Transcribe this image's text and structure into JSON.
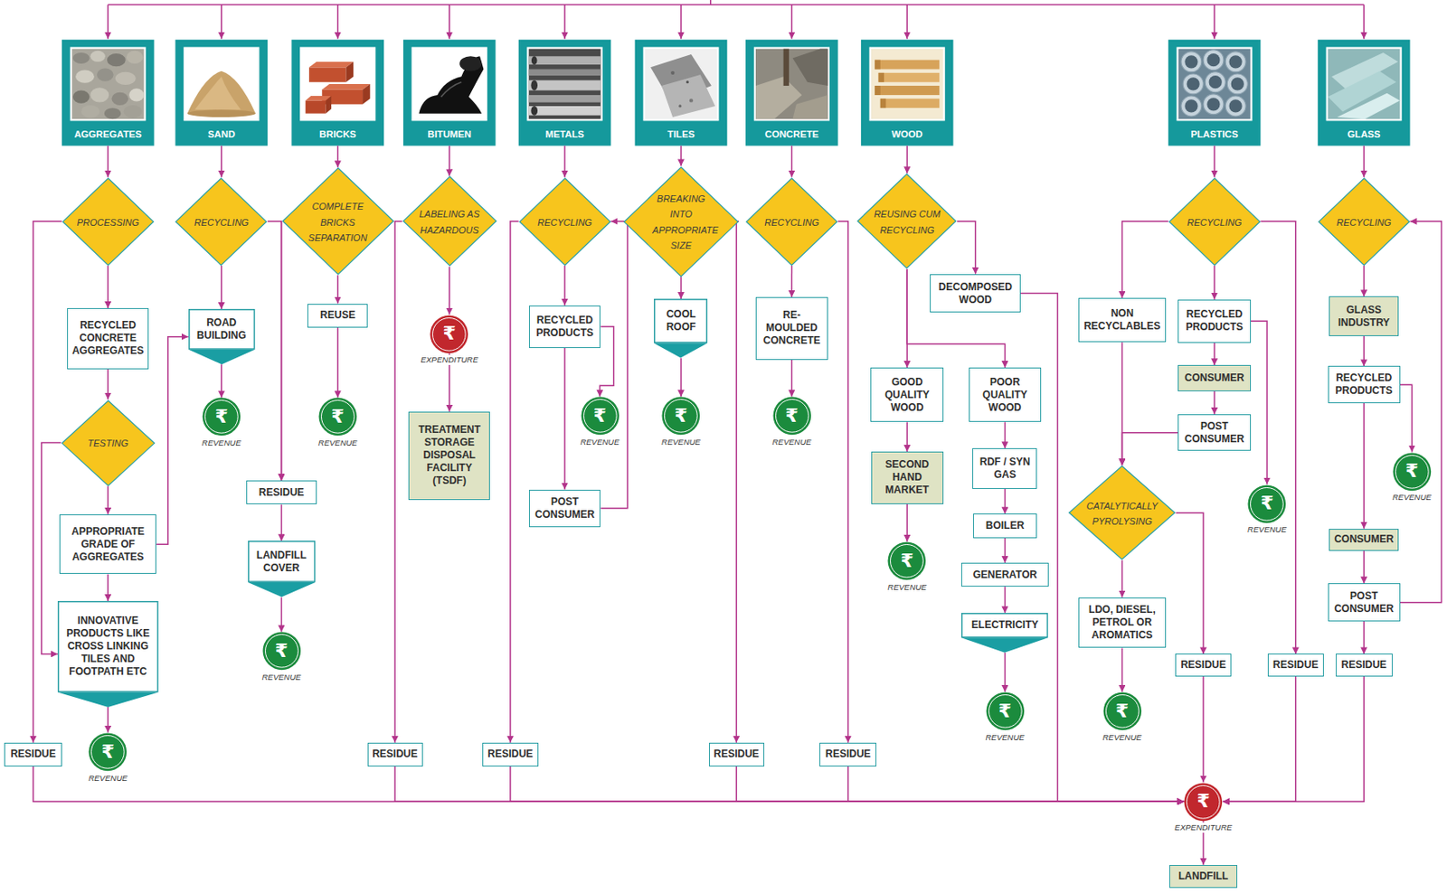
{
  "diagram": {
    "nodes": [
      {
        "text": [
          "AGGREGATES"
        ]
      },
      {
        "text": [
          "SAND"
        ]
      },
      {
        "text": [
          "BRICKS"
        ]
      },
      {
        "text": [
          "BITUMEN"
        ]
      },
      {
        "text": [
          "METALS"
        ]
      },
      {
        "text": [
          "TILES"
        ]
      },
      {
        "text": [
          "CONCRETE"
        ]
      },
      {
        "text": [
          "WOOD"
        ]
      },
      {
        "text": [
          "PLASTICS"
        ]
      },
      {
        "text": [
          "GLASS"
        ]
      },
      {
        "text": [
          "PROCESSING"
        ]
      },
      {
        "text": [
          "RECYCLING"
        ]
      },
      {
        "text": [
          "COMPLETE BRICKS SEPARATION"
        ]
      },
      {
        "text": [
          "LABELING AS HAZARDOUS"
        ]
      },
      {
        "text": [
          "RECYCLING"
        ]
      },
      {
        "text": [
          "BREAKING INTO APPROPRIATE SIZE"
        ]
      },
      {
        "text": [
          "RECYCLING"
        ]
      },
      {
        "text": [
          "REUSING CUM RECYCLING"
        ]
      },
      {
        "text": [
          "RECYCLING"
        ]
      },
      {
        "text": [
          "RECYCLING"
        ]
      },
      {
        "text": [
          "RECYCLED CONCRETE AGGREGATES"
        ]
      },
      {
        "text": [
          "TESTING"
        ]
      },
      {
        "text": [
          "APPROPRIATE GRADE OF AGGREGATES"
        ]
      },
      {
        "text": [
          "INNOVATIVE PRODUCTS LIKE CROSS LINKING TILES AND FOOTPATH ETC"
        ]
      },
      {
        "text": [
          "ROAD BUILDING"
        ]
      },
      {
        "text": [
          "REUSE"
        ]
      },
      {
        "text": [
          "RESIDUE"
        ]
      },
      {
        "text": [
          "LANDFILL COVER"
        ]
      },
      {
        "text": [
          "TREATMENT STORAGE DISPOSAL FACILITY (TSDF)"
        ]
      },
      {
        "text": [
          "RECYCLED PRODUCTS"
        ]
      },
      {
        "text": [
          "POST CONSUMER"
        ]
      },
      {
        "text": [
          "COOL ROOF"
        ]
      },
      {
        "text": [
          "RE-MOULDED CONCRETE"
        ]
      },
      {
        "text": [
          "DECOMPOSED WOOD"
        ]
      },
      {
        "text": [
          "GOOD QUALITY WOOD"
        ]
      },
      {
        "text": [
          "POOR QUALITY WOOD"
        ]
      },
      {
        "text": [
          "SECOND HAND MARKET"
        ]
      },
      {
        "text": [
          "RDF / SYN GAS"
        ]
      },
      {
        "text": [
          "BOILER"
        ]
      },
      {
        "text": [
          "GENERATOR"
        ]
      },
      {
        "text": [
          "ELECTRICITY"
        ]
      },
      {
        "text": [
          "NON RECYCLABLES"
        ]
      },
      {
        "text": [
          "RECYCLED PRODUCTS"
        ]
      },
      {
        "text": [
          "CONSUMER"
        ]
      },
      {
        "text": [
          "POST CONSUMER"
        ]
      },
      {
        "text": [
          "CATALYTICALLY PYROLYSING"
        ]
      },
      {
        "text": [
          "LDO, DIESEL, PETROL OR AROMATICS"
        ]
      },
      {
        "text": [
          "RESIDUE"
        ]
      },
      {
        "text": [
          "RESIDUE"
        ]
      },
      {
        "text": [
          "GLASS INDUSTRY"
        ]
      },
      {
        "text": [
          "RECYCLED PRODUCTS"
        ]
      },
      {
        "text": [
          "CONSUMER"
        ]
      },
      {
        "text": [
          "POST CONSUMER"
        ]
      },
      {
        "text": [
          "RESIDUE"
        ]
      },
      {
        "text": [
          "RESIDUE"
        ]
      },
      {
        "text": [
          "RESIDUE"
        ]
      },
      {
        "text": [
          "RESIDUE"
        ]
      },
      {
        "text": [
          "RESIDUE"
        ]
      },
      {
        "text": [
          "RESIDUE"
        ]
      },
      {
        "text": [
          "LANDFILL"
        ]
      },
      {
        "text": [
          "₹",
          "REVENUE"
        ]
      },
      {
        "text": [
          "₹",
          "REVENUE"
        ]
      },
      {
        "text": [
          "₹",
          "REVENUE"
        ]
      },
      {
        "text": [
          "₹",
          "REVENUE"
        ]
      },
      {
        "text": [
          "₹",
          "EXPENDITURE"
        ]
      },
      {
        "text": [
          "₹",
          "REVENUE"
        ]
      },
      {
        "text": [
          "₹",
          "REVENUE"
        ]
      },
      {
        "text": [
          "₹",
          "REVENUE"
        ]
      },
      {
        "text": [
          "₹",
          "REVENUE"
        ]
      },
      {
        "text": [
          "₹",
          "REVENUE"
        ]
      },
      {
        "text": [
          "₹",
          "REVENUE"
        ]
      },
      {
        "text": [
          "₹",
          "REVENUE"
        ]
      },
      {
        "text": [
          "₹",
          "REVENUE"
        ]
      },
      {
        "text": [
          "₹",
          "EXPENDITURE"
        ]
      }
    ],
    "edges": [
      {
        "from": 0,
        "to": 10,
        "arrow": "to"
      },
      {
        "from": 1,
        "to": 11,
        "arrow": "to"
      },
      {
        "from": 2,
        "to": 12,
        "arrow": "to"
      },
      {
        "from": 3,
        "to": 13,
        "arrow": "to"
      },
      {
        "from": 4,
        "to": 14,
        "arrow": "to"
      },
      {
        "from": 5,
        "to": 15,
        "arrow": "to"
      },
      {
        "from": 6,
        "to": 16,
        "arrow": "to"
      },
      {
        "from": 7,
        "to": 17,
        "arrow": "to"
      },
      {
        "from": 8,
        "to": 18,
        "arrow": "to"
      },
      {
        "from": 9,
        "to": 19,
        "arrow": "to"
      },
      {
        "from": 10,
        "to": 20,
        "arrow": "to"
      },
      {
        "from": 10,
        "to": 54,
        "arrow": "to"
      },
      {
        "from": 20,
        "to": 21,
        "arrow": "to"
      },
      {
        "from": 21,
        "to": 22,
        "arrow": "to"
      },
      {
        "from": 21,
        "to": 23,
        "arrow": "to"
      },
      {
        "from": 22,
        "to": 23,
        "arrow": "to"
      },
      {
        "from": 22,
        "to": 24,
        "arrow": "to"
      },
      {
        "from": 23,
        "to": 60,
        "arrow": "to"
      },
      {
        "from": 54,
        "to": 73,
        "arrow": "to"
      },
      {
        "from": 11,
        "to": 24,
        "arrow": "to"
      },
      {
        "from": 24,
        "to": 61,
        "arrow": "to"
      },
      {
        "from": 11,
        "to": 26,
        "arrow": "to"
      },
      {
        "from": 12,
        "to": 26,
        "arrow": "to"
      },
      {
        "from": 12,
        "to": 25,
        "arrow": "to"
      },
      {
        "from": 25,
        "to": 62,
        "arrow": "to"
      },
      {
        "from": 26,
        "to": 27,
        "arrow": "to"
      },
      {
        "from": 27,
        "to": 63,
        "arrow": "to"
      },
      {
        "from": 13,
        "to": 64,
        "arrow": "to"
      },
      {
        "from": 64,
        "to": 28,
        "arrow": "to"
      },
      {
        "from": 13,
        "to": 55,
        "arrow": "to"
      },
      {
        "from": 55,
        "to": 73,
        "arrow": "to"
      },
      {
        "from": 14,
        "to": 29,
        "arrow": "to"
      },
      {
        "from": 29,
        "to": 30,
        "arrow": "to"
      },
      {
        "from": 29,
        "to": 65,
        "arrow": "to"
      },
      {
        "from": 30,
        "to": 14,
        "arrow": "to"
      },
      {
        "from": 14,
        "to": 56,
        "arrow": "to"
      },
      {
        "from": 56,
        "to": 73,
        "arrow": "to"
      },
      {
        "from": 15,
        "to": 31,
        "arrow": "to"
      },
      {
        "from": 31,
        "to": 66,
        "arrow": "to"
      },
      {
        "from": 15,
        "to": 57,
        "arrow": "to"
      },
      {
        "from": 57,
        "to": 73,
        "arrow": "to"
      },
      {
        "from": 16,
        "to": 32,
        "arrow": "to"
      },
      {
        "from": 32,
        "to": 67,
        "arrow": "to"
      },
      {
        "from": 16,
        "to": 58,
        "arrow": "to"
      },
      {
        "from": 58,
        "to": 73,
        "arrow": "to"
      },
      {
        "from": 17,
        "to": 33,
        "arrow": "to"
      },
      {
        "from": 17,
        "to": 34,
        "arrow": "to"
      },
      {
        "from": 17,
        "to": 35,
        "arrow": "to"
      },
      {
        "from": 34,
        "to": 36,
        "arrow": "to"
      },
      {
        "from": 36,
        "to": 68,
        "arrow": "to"
      },
      {
        "from": 35,
        "to": 37,
        "arrow": "to"
      },
      {
        "from": 37,
        "to": 38,
        "arrow": "to"
      },
      {
        "from": 38,
        "to": 39,
        "arrow": "to"
      },
      {
        "from": 39,
        "to": 40,
        "arrow": "to"
      },
      {
        "from": 40,
        "to": 69,
        "arrow": "to"
      },
      {
        "from": 33,
        "to": 73,
        "arrow": "to"
      },
      {
        "from": 18,
        "to": 41,
        "arrow": "to"
      },
      {
        "from": 18,
        "to": 42,
        "arrow": "to"
      },
      {
        "from": 18,
        "to": 48,
        "arrow": "to"
      },
      {
        "from": 42,
        "to": 43,
        "arrow": "to"
      },
      {
        "from": 43,
        "to": 44,
        "arrow": "to"
      },
      {
        "from": 42,
        "to": 71,
        "arrow": "to"
      },
      {
        "from": 41,
        "to": 45,
        "arrow": "to"
      },
      {
        "from": 44,
        "to": 45,
        "arrow": "to"
      },
      {
        "from": 45,
        "to": 46,
        "arrow": "to"
      },
      {
        "from": 46,
        "to": 70,
        "arrow": "to"
      },
      {
        "from": 45,
        "to": 47,
        "arrow": "to"
      },
      {
        "from": 47,
        "to": 73,
        "arrow": "to"
      },
      {
        "from": 48,
        "to": 73,
        "arrow": "to"
      },
      {
        "from": 19,
        "to": 49,
        "arrow": "to"
      },
      {
        "from": 49,
        "to": 50,
        "arrow": "to"
      },
      {
        "from": 50,
        "to": 51,
        "arrow": "to"
      },
      {
        "from": 50,
        "to": 72,
        "arrow": "to"
      },
      {
        "from": 51,
        "to": 52,
        "arrow": "to"
      },
      {
        "from": 52,
        "to": 19,
        "arrow": "to"
      },
      {
        "from": 52,
        "to": 53,
        "arrow": "to"
      },
      {
        "from": 53,
        "to": 73,
        "arrow": "to"
      },
      {
        "from": 73,
        "to": 59,
        "arrow": "to"
      }
    ]
  }
}
